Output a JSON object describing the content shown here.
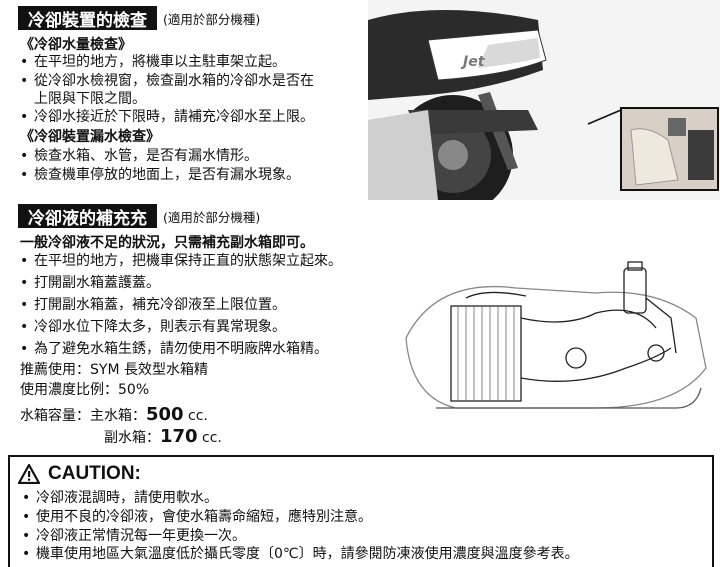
{
  "section1": {
    "title": "冷卻裝置的檢查",
    "note": "(適用於部分機種)",
    "sub1": "《冷卻水量檢查》",
    "lines1": [
      "在平坦的地方，將機車以主駐車架立起。",
      "從冷卻水檢視窗，檢查副水箱的冷卻水是否在",
      "上限與下限之間。",
      "冷卻水接近於下限時，請補充冷卻水至上限。"
    ],
    "sub2": "《冷卻裝置漏水檢查》",
    "lines2": [
      "檢查水箱、水管，是否有漏水情形。",
      "檢查機車停放的地面上，是否有漏水現象。"
    ]
  },
  "section2": {
    "title": "冷卻液的補充充",
    "note": "(適用於部分機種)",
    "sub": "一般冷卻液不足的狀況，只需補充副水箱即可。",
    "lines": [
      "在平坦的地方，把機車保持正直的狀態架立起來。",
      "打開副水箱蓋護蓋。",
      "打開副水箱蓋，補充冷卻液至上限位置。",
      "冷卻水位下降太多，則表示有異常現象。",
      "為了避免水箱生銹，請勿使用不明廠牌水箱精。"
    ],
    "recommend": "推薦使用：SYM 長效型水箱精",
    "ratio": "使用濃度比例：50%",
    "capacity_label": "水箱容量：主水箱：",
    "main_value": "500",
    "unit": "cc.",
    "sub_label": "副水箱：",
    "sub_value": "170"
  },
  "caution": {
    "title": "CAUTION:",
    "lines": [
      "冷卻液混調時，請使用軟水。",
      "使用不良的冷卻液，會使水箱壽命縮短，應特別注意。",
      "冷卻液正常情況每一年更換一次。",
      "機車使用地區大氣溫度低於攝氏零度〔0℃〕時，請參閱防凍液使用濃度與溫度參考表。"
    ]
  },
  "photo": {
    "badge": "Jet"
  },
  "colors": {
    "heading_bg": "#111111",
    "text": "#111111"
  }
}
